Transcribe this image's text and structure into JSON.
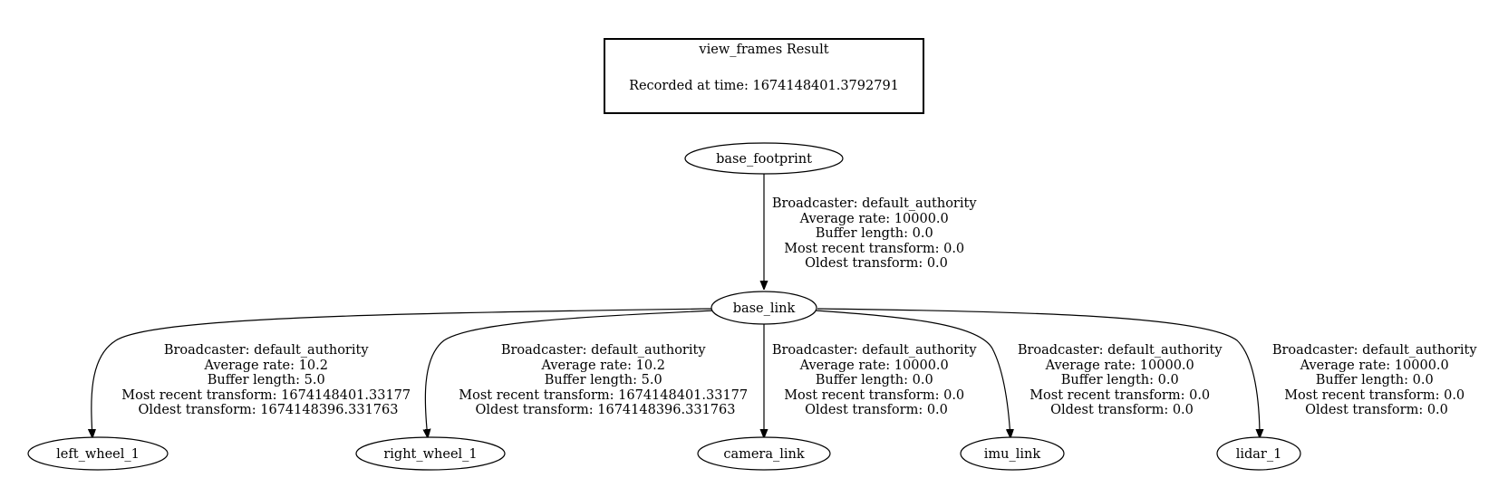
{
  "header": {
    "title": "view_frames Result",
    "recorded": "Recorded at time: 1674148401.3792791"
  },
  "nodes": {
    "base_footprint": "base_footprint",
    "base_link": "base_link",
    "left_wheel_1": "left_wheel_1",
    "right_wheel_1": "right_wheel_1",
    "camera_link": "camera_link",
    "imu_link": "imu_link",
    "lidar_1": "lidar_1"
  },
  "edges": [
    {
      "from": "base_footprint",
      "to": "base_link",
      "lines": [
        "Broadcaster: default_authority",
        "Average rate: 10000.0",
        "Buffer length: 0.0",
        "Most recent transform: 0.0",
        "Oldest transform: 0.0"
      ]
    },
    {
      "from": "base_link",
      "to": "left_wheel_1",
      "lines": [
        "Broadcaster: default_authority",
        "Average rate: 10.2",
        "Buffer length: 5.0",
        "Most recent transform: 1674148401.33177",
        "Oldest transform: 1674148396.331763"
      ]
    },
    {
      "from": "base_link",
      "to": "right_wheel_1",
      "lines": [
        "Broadcaster: default_authority",
        "Average rate: 10.2",
        "Buffer length: 5.0",
        "Most recent transform: 1674148401.33177",
        "Oldest transform: 1674148396.331763"
      ]
    },
    {
      "from": "base_link",
      "to": "camera_link",
      "lines": [
        "Broadcaster: default_authority",
        "Average rate: 10000.0",
        "Buffer length: 0.0",
        "Most recent transform: 0.0",
        "Oldest transform: 0.0"
      ]
    },
    {
      "from": "base_link",
      "to": "imu_link",
      "lines": [
        "Broadcaster: default_authority",
        "Average rate: 10000.0",
        "Buffer length: 0.0",
        "Most recent transform: 0.0",
        "Oldest transform: 0.0"
      ]
    },
    {
      "from": "base_link",
      "to": "lidar_1",
      "lines": [
        "Broadcaster: default_authority",
        "Average rate: 10000.0",
        "Buffer length: 0.0",
        "Most recent transform: 0.0",
        "Oldest transform: 0.0"
      ]
    }
  ]
}
